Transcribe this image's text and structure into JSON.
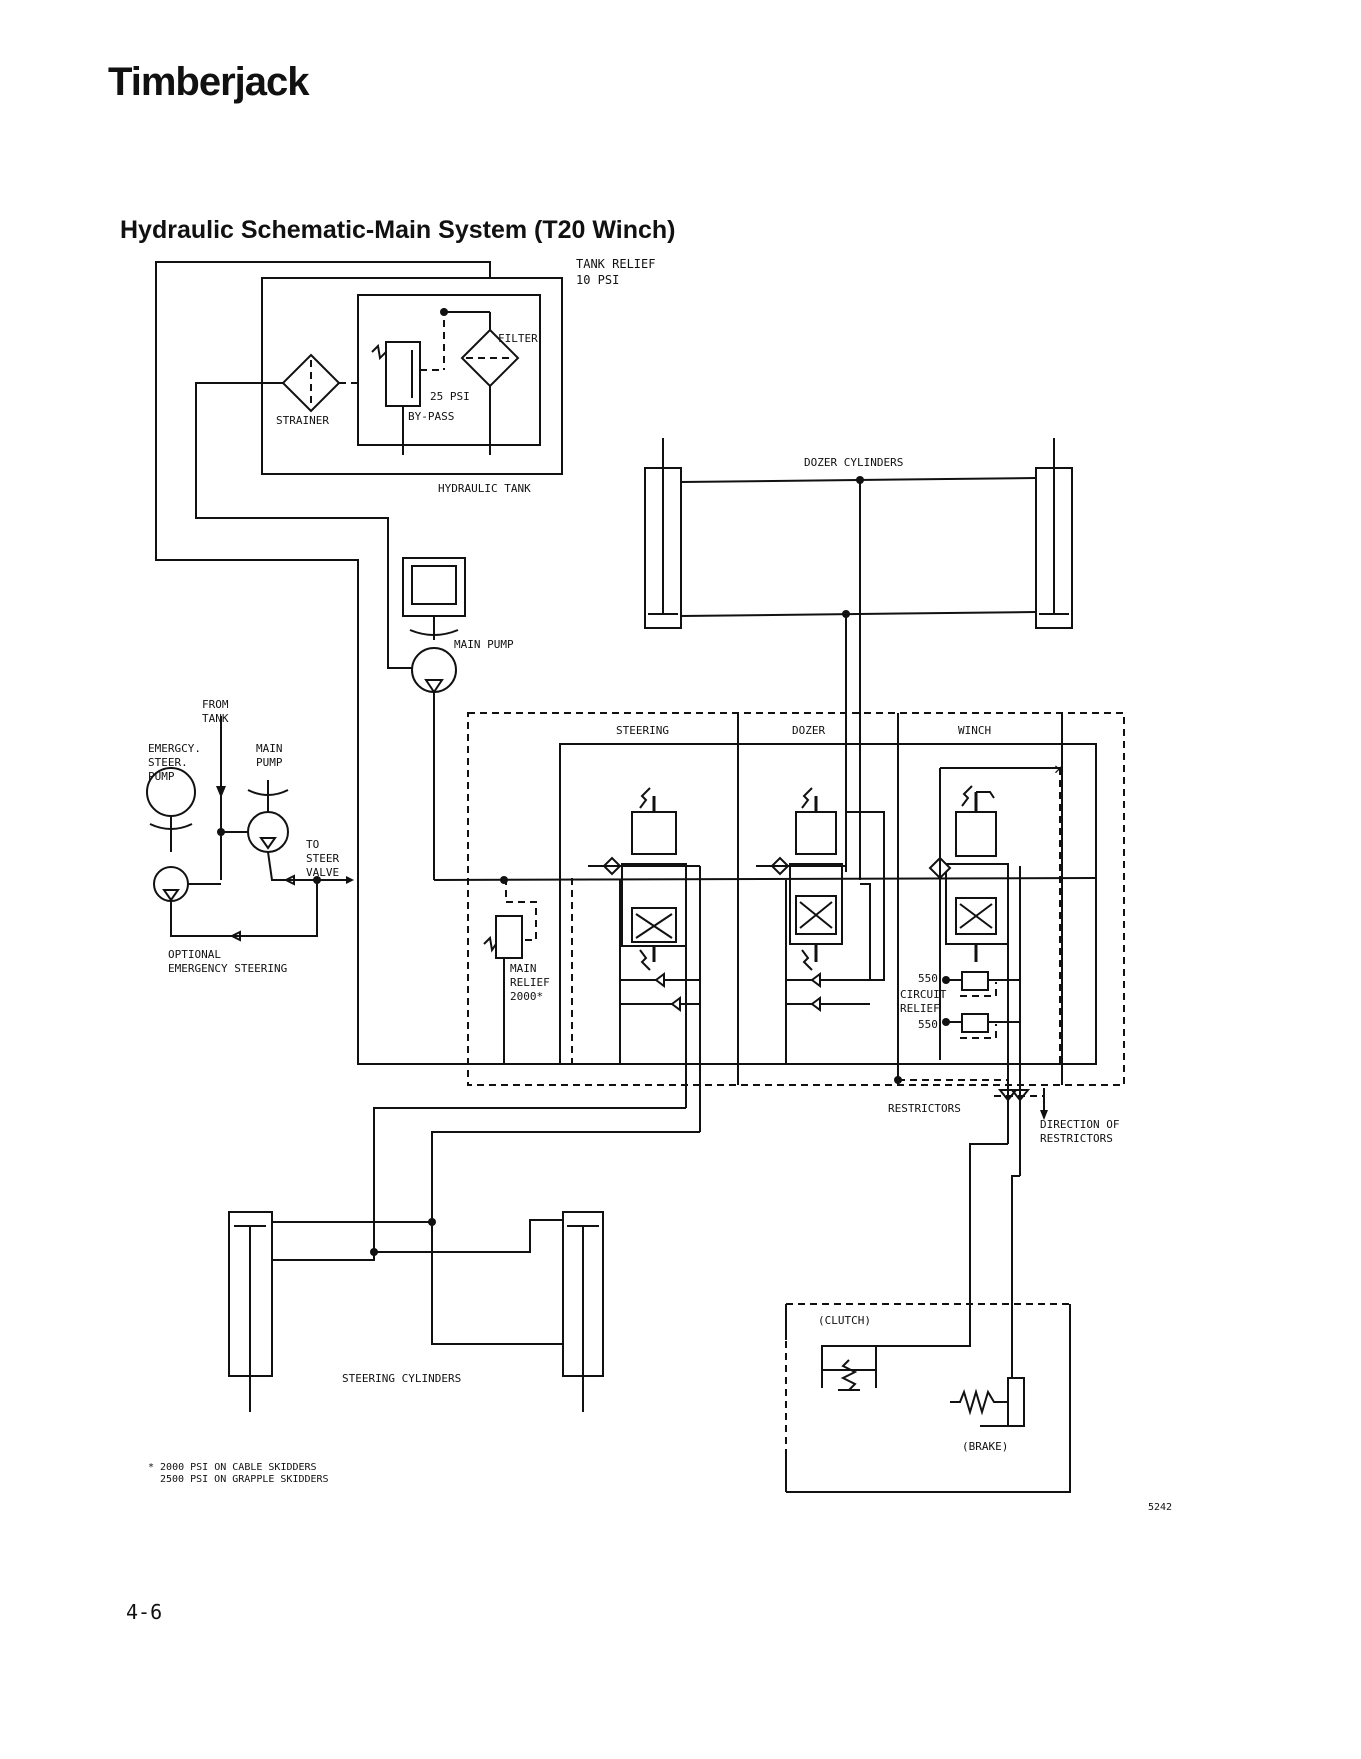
{
  "header": {
    "brand": "Timberjack"
  },
  "title": "Hydraulic Schematic-Main System (T20 Winch)",
  "labels": {
    "tank_relief": "TANK RELIEF",
    "tank_relief_psi": "10 PSI",
    "filter": "FILTER",
    "strainer": "STRAINER",
    "bypass_psi": "25 PSI",
    "bypass": "BY-PASS",
    "hydraulic_tank": "HYDRAULIC TANK",
    "dozer_cylinders": "DOZER CYLINDERS",
    "main_pump": "MAIN PUMP",
    "from": "FROM",
    "tank": "TANK",
    "emergcy": "EMERGCY.",
    "steer": "STEER.",
    "pump": "PUMP",
    "main_pump_l1": "MAIN",
    "main_pump_l2": "PUMP",
    "to": "TO",
    "steer2": "STEER",
    "valve": "VALVE",
    "optional": "OPTIONAL",
    "emergency_steering": "EMERGENCY STEERING",
    "steering": "STEERING",
    "dozer": "DOZER",
    "winch": "WINCH",
    "main_relief_l1": "MAIN",
    "main_relief_l2": "RELIEF",
    "main_relief_l3": "2000*",
    "relief_550_top": "550",
    "circuit": "CIRCUIT",
    "relief": "RELIEF",
    "relief_550_bottom": "550",
    "restrictors": "RESTRICTORS",
    "direction_of": "DIRECTION OF",
    "restrictors2": "RESTRICTORS",
    "clutch": "(CLUTCH)",
    "brake": "(BRAKE)",
    "steering_cylinders": "STEERING CYLINDERS",
    "footnote_1": "* 2000 PSI ON CABLE SKIDDERS",
    "footnote_2": "2500 PSI ON GRAPPLE SKIDDERS",
    "drawing_number": "5242"
  },
  "footer": {
    "page_number": "4-6"
  }
}
